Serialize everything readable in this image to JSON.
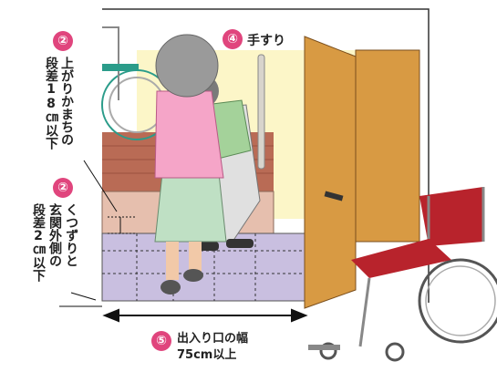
{
  "labels": {
    "riser_step": {
      "number": "②",
      "col1": "上がりかまちの",
      "col2": "段差18㎝以下"
    },
    "entrance_step": {
      "number": "②",
      "col1": "くつずりと",
      "col2": "玄関外側の",
      "col3": "段差2㎝以下"
    },
    "handrail": {
      "number": "④",
      "text": "手すり"
    },
    "doorway_width": {
      "number": "⑤",
      "line1": "出入り口の幅",
      "line2": "75cm以上"
    }
  },
  "colors": {
    "badge": "#e0457d",
    "wall": "#fcf6c8",
    "door": "#d89a43",
    "floor": "#c9bfe0",
    "step": "#e6bfae",
    "wheelchair": "#b8232c"
  }
}
